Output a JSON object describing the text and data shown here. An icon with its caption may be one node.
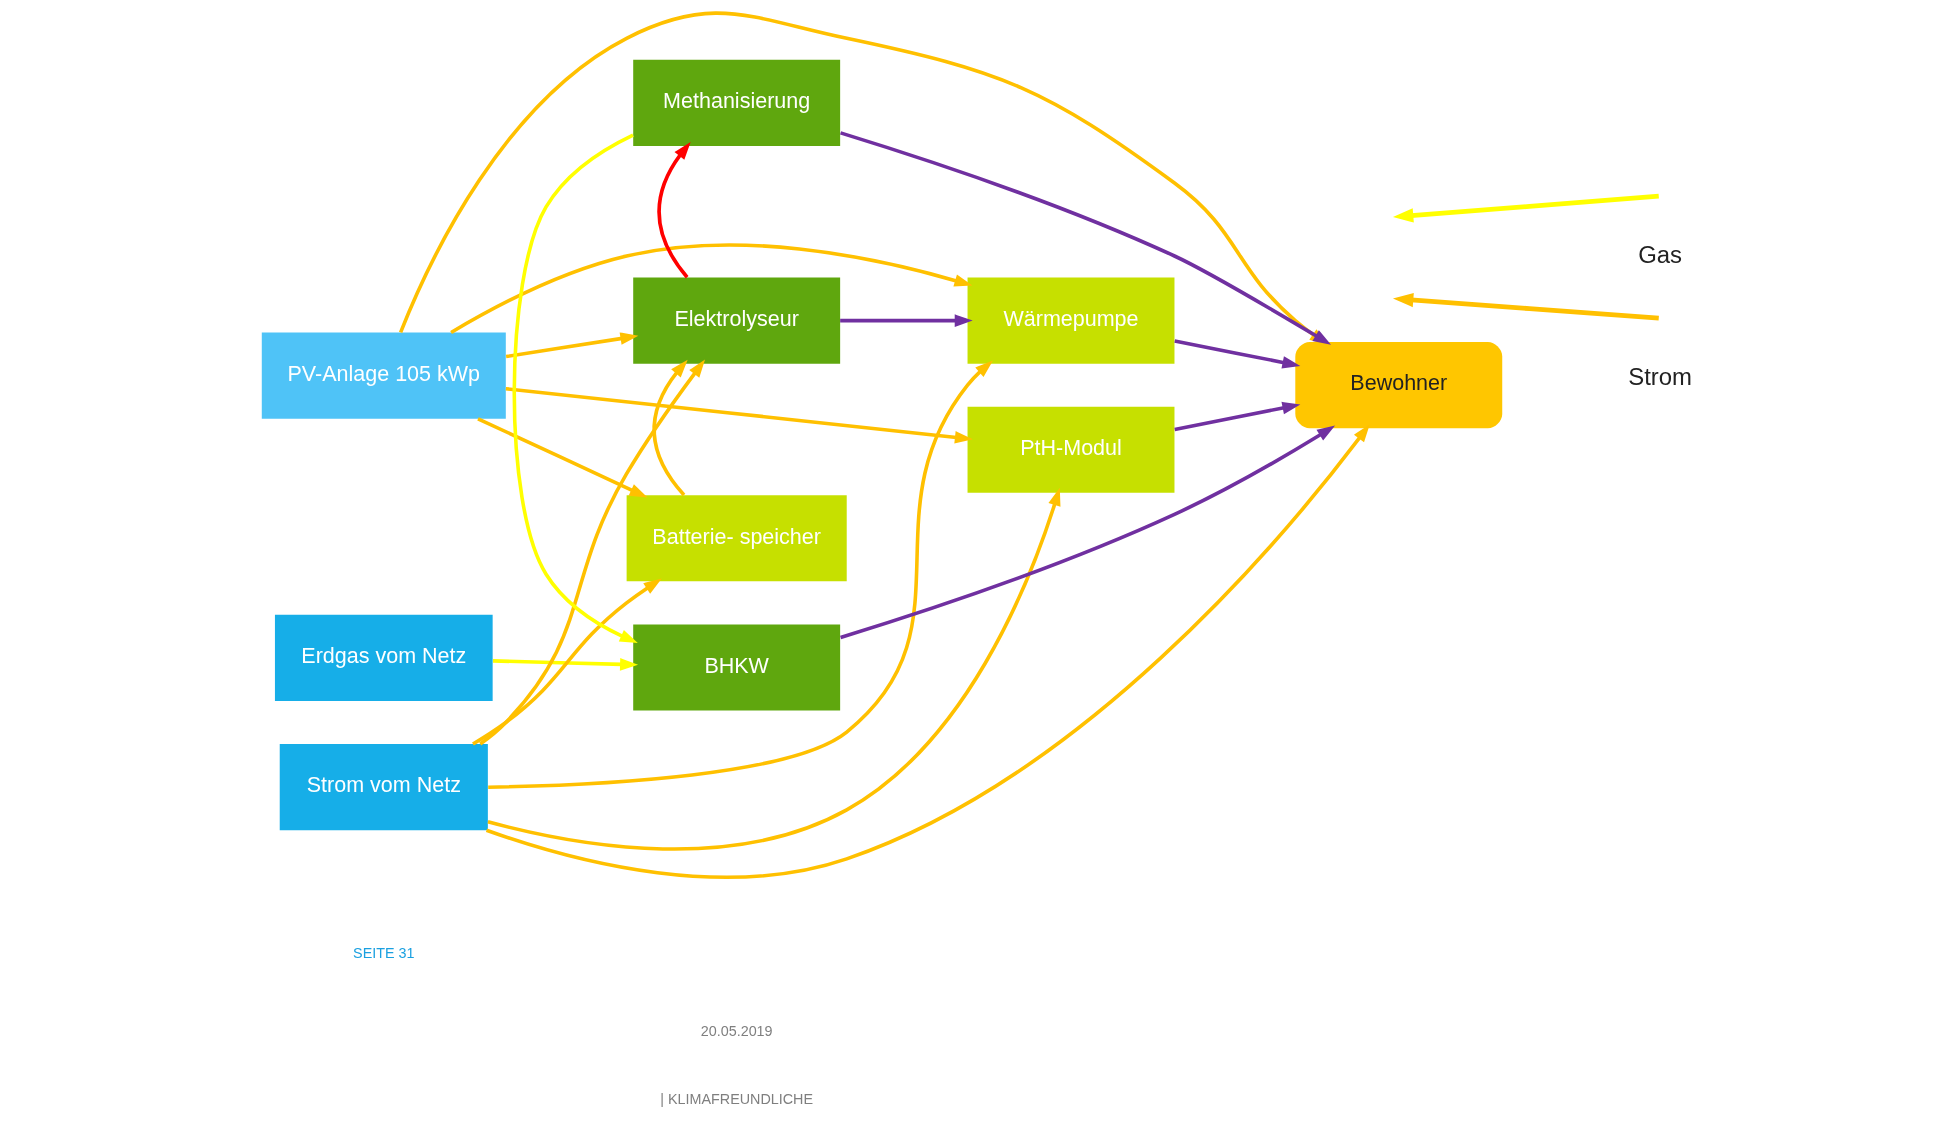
{
  "diagram": {
    "nodes": [
      {
        "text": [
          "PV-Anlage 105 kWp"
        ]
      },
      {
        "text": [
          "Erdgas vom Netz"
        ]
      },
      {
        "text": [
          "Strom vom Netz"
        ]
      },
      {
        "text": [
          "BHKW"
        ]
      },
      {
        "text": [
          "Methanisierung"
        ]
      },
      {
        "text": [
          "Elektrolyseur"
        ]
      },
      {
        "text": [
          "Batterie- speicher"
        ]
      },
      {
        "text": [
          "Wärmepumpe"
        ]
      },
      {
        "text": [
          "PtH-Modul"
        ]
      },
      {
        "text": [
          "Bewohner"
        ]
      }
    ],
    "edges": [
      {
        "from": 0,
        "to": 9,
        "arrow": "to"
      },
      {
        "from": 0,
        "to": 6,
        "arrow": "to"
      },
      {
        "from": 0,
        "to": 7,
        "arrow": "to"
      },
      {
        "from": 0,
        "to": 5,
        "arrow": "to"
      },
      {
        "from": 0,
        "to": 8,
        "arrow": "to"
      },
      {
        "from": 1,
        "to": 3,
        "arrow": "to",
        "color": "#ffff00"
      },
      {
        "from": 4,
        "to": 3,
        "arrow": "to",
        "color": "#ffff00"
      },
      {
        "from": 5,
        "to": 4,
        "arrow": "to",
        "color": "#ff0000"
      },
      {
        "from": 2,
        "to": 9,
        "arrow": "to"
      },
      {
        "from": 2,
        "to": 5,
        "arrow": "to"
      },
      {
        "from": 2,
        "to": 6,
        "arrow": "to"
      },
      {
        "from": 2,
        "to": 7,
        "arrow": "to"
      },
      {
        "from": 2,
        "to": 8,
        "arrow": "to"
      },
      {
        "from": 6,
        "to": 5,
        "arrow": "to"
      },
      {
        "from": 3,
        "to": 9,
        "arrow": "to",
        "color": "#7030a0"
      },
      {
        "from": 4,
        "to": 9,
        "arrow": "to",
        "color": "#7030a0"
      },
      {
        "from": 5,
        "to": 7,
        "arrow": "to",
        "color": "#7030a0"
      },
      {
        "from": 7,
        "to": 9,
        "arrow": "to",
        "color": "#7030a0"
      },
      {
        "from": 8,
        "to": 9,
        "arrow": "to",
        "color": "#7030a0"
      }
    ],
    "labels": [
      "SEITE 31",
      "20.05.2019",
      "| KLIMAFREUNDLICHE"
    ],
    "legend": [
      {
        "text": "Gas"
      },
      {
        "text": "Strom"
      }
    ]
  }
}
